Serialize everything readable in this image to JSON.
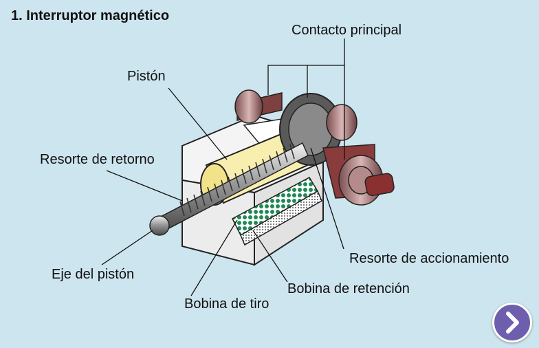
{
  "title": "1. Interruptor magnético",
  "labels": {
    "main_contact": "Contacto principal",
    "piston": "Pistón",
    "return_spring": "Resorte de retorno",
    "piston_shaft": "Eje del pistón",
    "pull_coil": "Bobina de tiro",
    "hold_coil": "Bobina de retención",
    "drive_spring": "Resorte de accionamiento"
  },
  "next_button": {
    "icon": "chevron-right-icon",
    "color": "#6d5fae"
  }
}
